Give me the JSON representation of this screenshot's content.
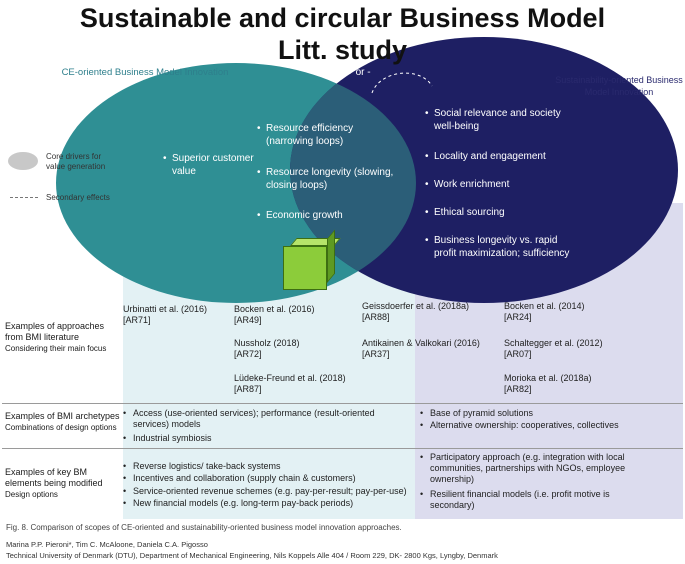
{
  "title": {
    "line1": "Sustainable and circular Business Model",
    "line2": "Litt. study"
  },
  "venn": {
    "left_label": "CE-oriented Business Model Innovation",
    "right_label": "Sustainability-oriented Business Model Innovation",
    "operator": "+ or -",
    "colors": {
      "left": "#2f8f94",
      "right": "#1e1f63",
      "overlap": "#2b5e78"
    },
    "left_only": [
      "Superior customer value"
    ],
    "overlap": [
      "Resource efficiency (narrowing loops)",
      "Resource longevity (slowing, closing loops)",
      "Economic growth"
    ],
    "right_only": [
      "Social relevance and society well-being",
      "Locality and engagement",
      "Work enrichment",
      "Ethical sourcing",
      "Business longevity vs. rapid profit maximization; sufficiency"
    ]
  },
  "legend": {
    "core": "Core drivers for value generation",
    "secondary": "Secondary effects"
  },
  "rows": {
    "approaches": {
      "label": "Examples of approaches from BMI literature",
      "sub": "Considering their main focus",
      "refs": [
        {
          "name": "Urbinatti et al. (2016)",
          "code": "[AR71]"
        },
        {
          "name": "Bocken et al. (2016)",
          "code": "[AR49]"
        },
        {
          "name": "Nussholz (2018)",
          "code": "[AR72]"
        },
        {
          "name": "Lüdeke-Freund et al. (2018)",
          "code": "[AR87]"
        },
        {
          "name": "Geissdoerfer et al. (2018a)",
          "code": "[AR88]"
        },
        {
          "name": "Antikainen & Valkokari (2016)",
          "code": "[AR37]"
        },
        {
          "name": "Bocken et al. (2014)",
          "code": "[AR24]"
        },
        {
          "name": "Schaltegger et al. (2012)",
          "code": "[AR07]"
        },
        {
          "name": "Morioka et al. (2018a)",
          "code": "[AR82]"
        }
      ]
    },
    "archetypes": {
      "label": "Examples of BMI archetypes",
      "sub": "Combinations of design options",
      "left": [
        "Access (use-oriented services); performance (result-oriented services) models",
        "Industrial symbiosis"
      ],
      "right": [
        "Base of pyramid solutions",
        "Alternative ownership: cooperatives, collectives"
      ]
    },
    "elements": {
      "label": "Examples of key BM elements being modified",
      "sub": "Design options",
      "left": [
        "Reverse logistics/ take-back systems",
        "Incentives and collaboration (supply chain & customers)",
        "Service-oriented revenue schemes (e.g. pay-per-result; pay-per-use)",
        "New financial models (e.g. long-term pay-back periods)"
      ],
      "right": [
        "Participatory approach (e.g. integration with local communities, partnerships with NGOs, employee ownership)",
        "Resilient financial models (i.e. profit motive is secondary)"
      ]
    }
  },
  "caption": "Fig. 8. Comparison of scopes of CE-oriented and sustainability-oriented business model innovation approaches.",
  "authors": "Marina P.P. Pieroni*, Tim C. McAloone, Daniela C.A. Pigosso",
  "affiliation": "Technical University of Denmark (DTU), Department of Mechanical Engineering, Nils Koppels Alle 404 / Room 229, DK- 2800 Kgs, Lyngby, Denmark"
}
